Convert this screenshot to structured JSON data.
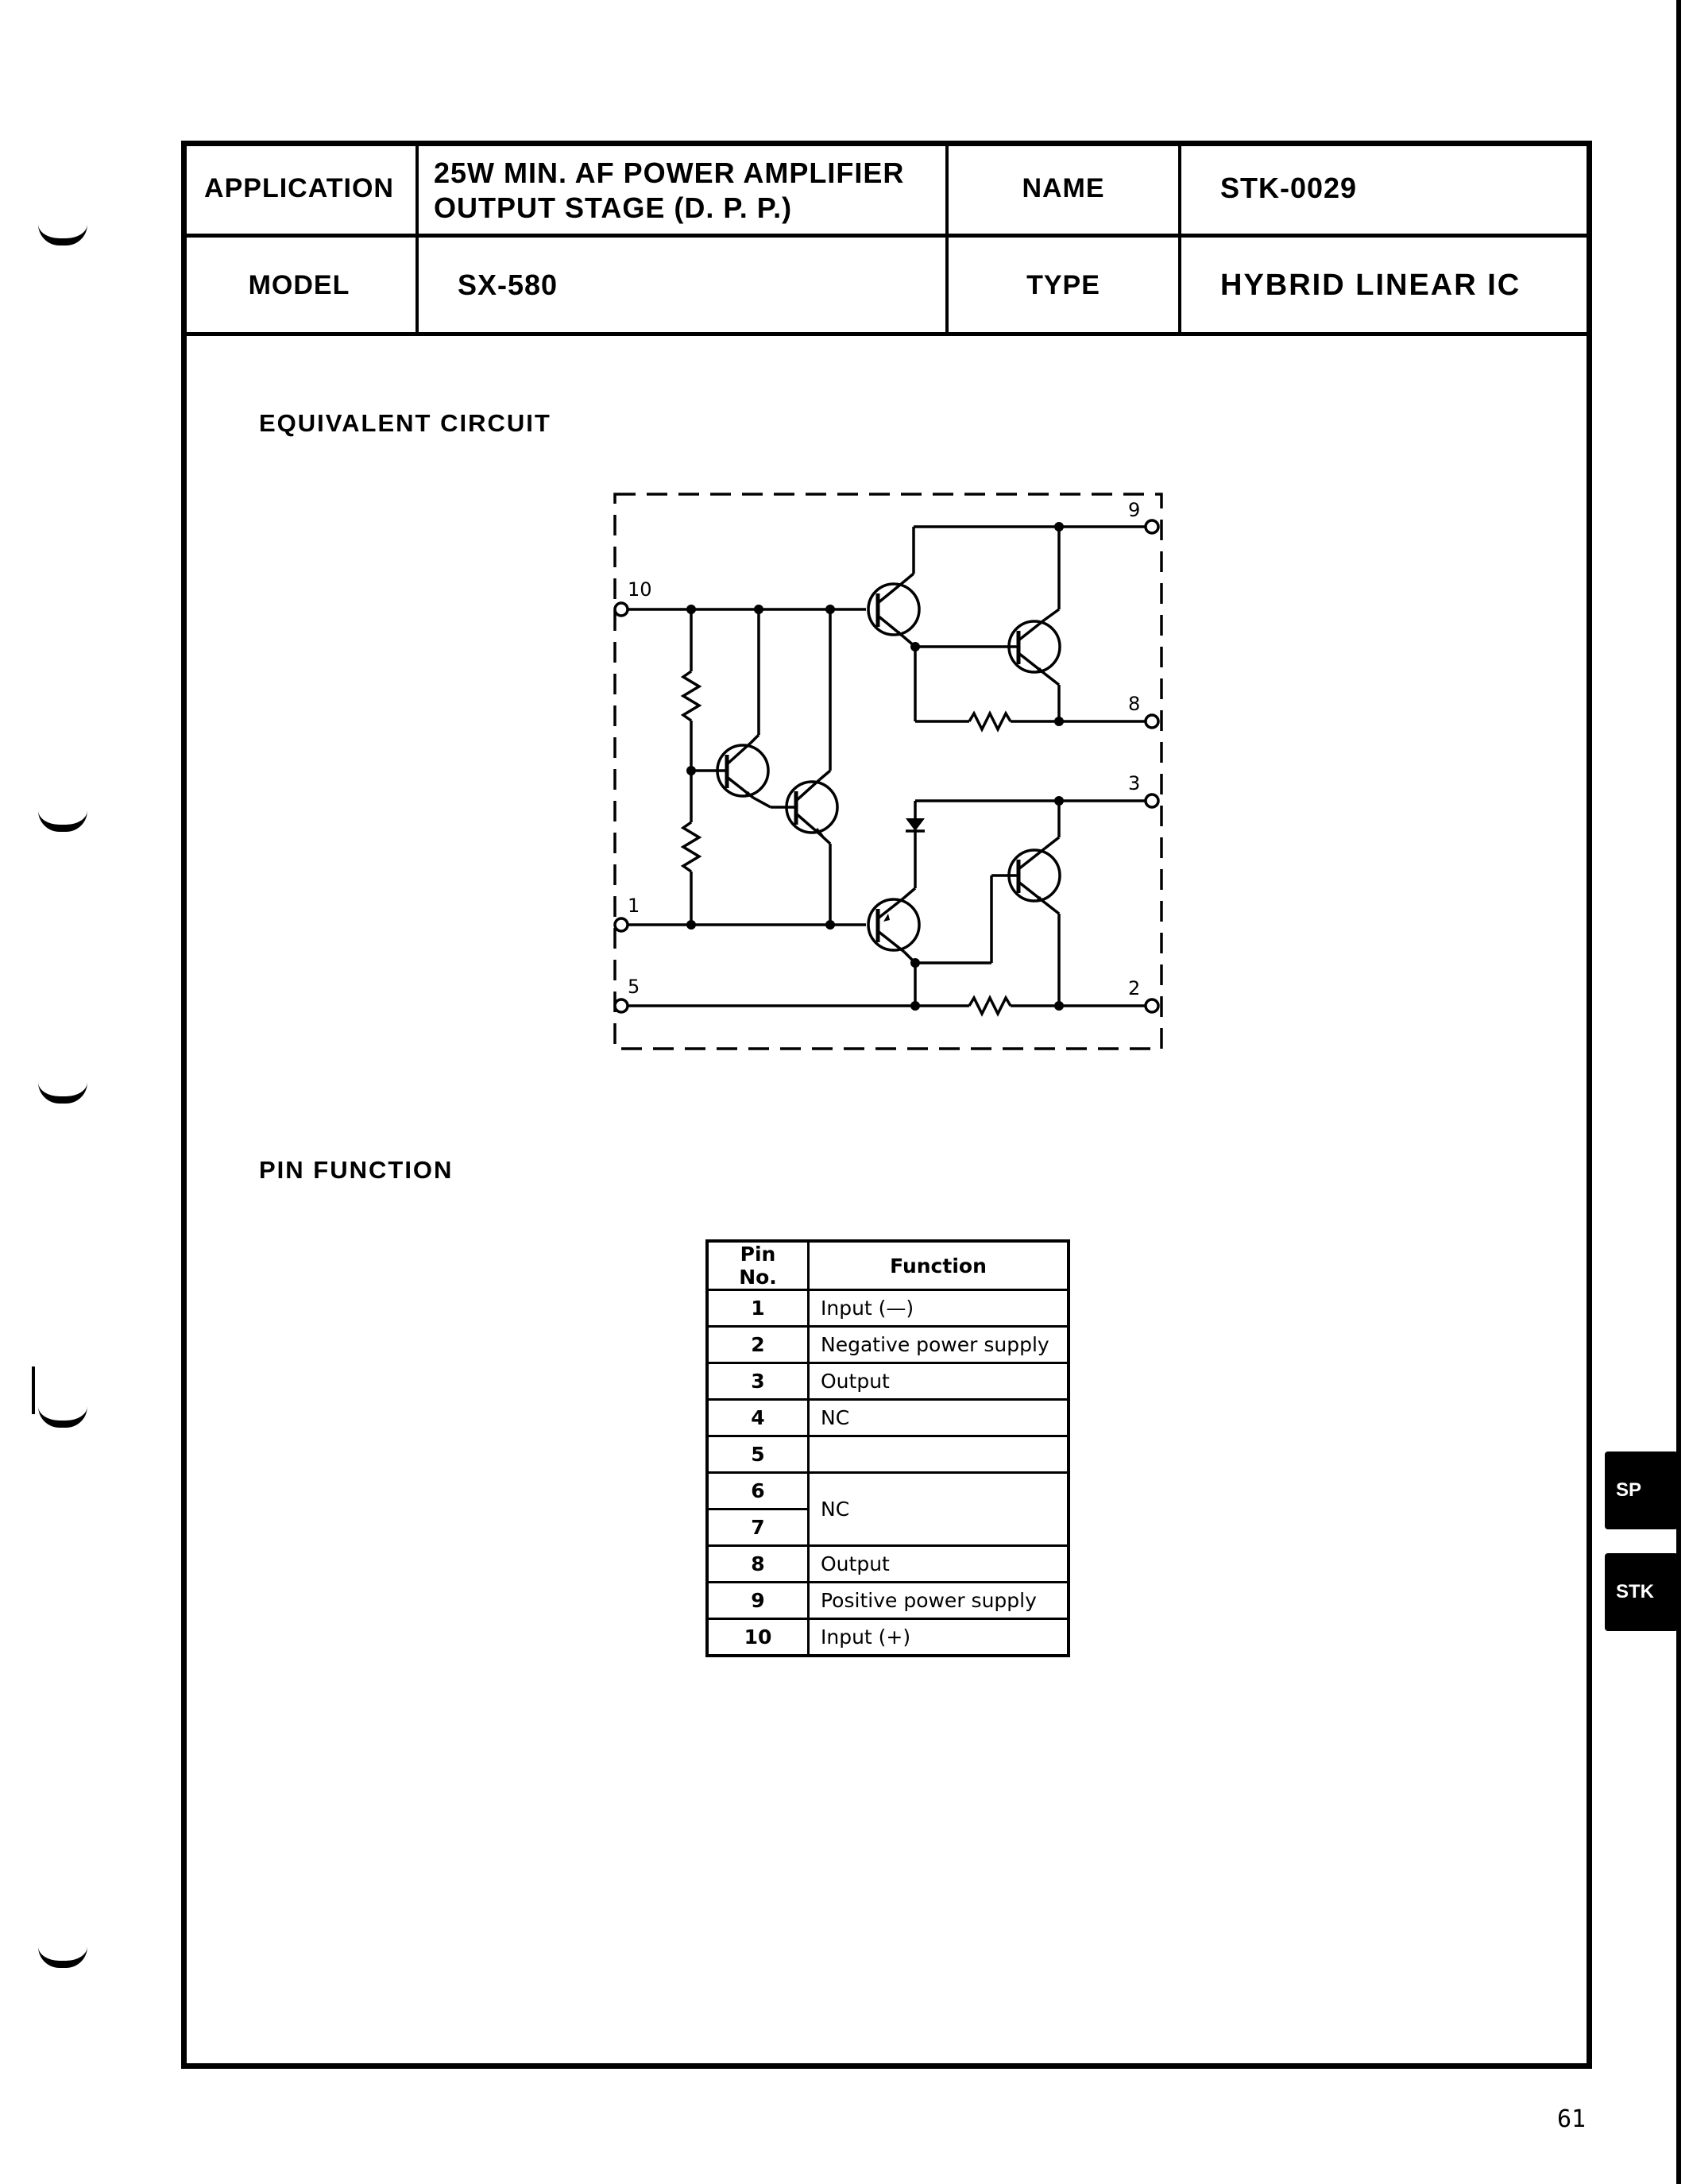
{
  "header": {
    "application_label": "APPLICATION",
    "application_value_line1": "25W MIN. AF POWER AMPLIFIER",
    "application_value_line2": "OUTPUT STAGE (D. P. P.)",
    "name_label": "NAME",
    "name_value": "STK-0029",
    "model_label": "MODEL",
    "model_value": "SX-580",
    "type_label": "TYPE",
    "type_value": "HYBRID LINEAR IC"
  },
  "equivalent_circuit": {
    "title": "EQUIVALENT CIRCUIT",
    "pins": {
      "p10": "10",
      "p1": "1",
      "p5": "5",
      "p9": "9",
      "p8": "8",
      "p3": "3",
      "p2": "2"
    }
  },
  "pin_function": {
    "title": "PIN FUNCTION",
    "columns": [
      "Pin No.",
      "Function"
    ],
    "rows": [
      {
        "pin": "1",
        "function": "Input (—)"
      },
      {
        "pin": "2",
        "function": "Negative power supply"
      },
      {
        "pin": "3",
        "function": "Output"
      },
      {
        "pin": "4",
        "function": "NC"
      },
      {
        "pin": "5",
        "function": ""
      },
      {
        "pin": "6",
        "function": "NC"
      },
      {
        "pin": "7",
        "function": ""
      },
      {
        "pin": "8",
        "function": "Output"
      },
      {
        "pin": "9",
        "function": "Positive power supply"
      },
      {
        "pin": "10",
        "function": "Input (+)"
      }
    ]
  },
  "side_tabs": [
    "SP",
    "STK"
  ],
  "page_number": "61"
}
